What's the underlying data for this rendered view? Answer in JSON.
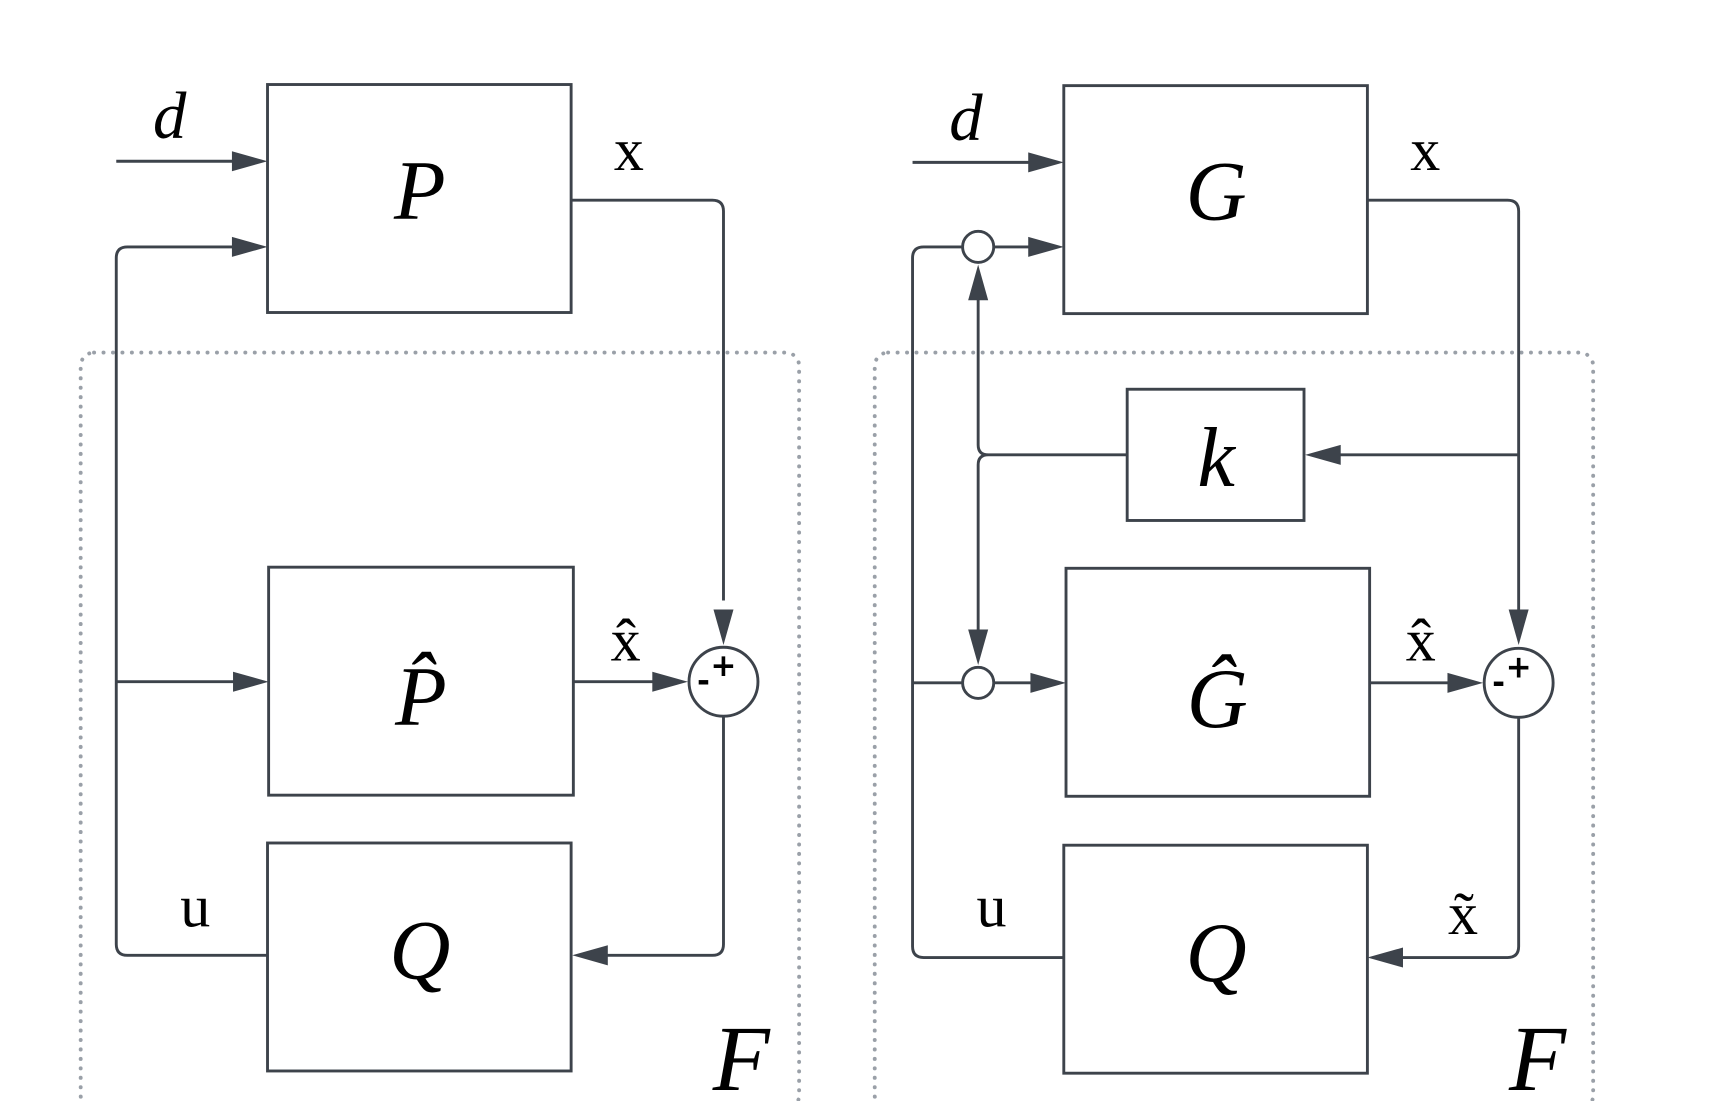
{
  "diagram": {
    "type": "block-diagram",
    "colors": {
      "line": "#3d434b",
      "frame": "#9aa0a8",
      "text": "#000000"
    },
    "left": {
      "disturbance_label": "d",
      "plant_label": "P",
      "plant_output_label": "x",
      "model_label": "P̂",
      "model_output_label": "x̂",
      "controller_label": "Q",
      "control_label": "u",
      "frame_label": "F",
      "sum_plus": "+",
      "sum_minus": "-"
    },
    "right": {
      "disturbance_label": "d",
      "plant_label": "G",
      "plant_output_label": "x",
      "gain_label": "k",
      "model_label": "Ĝ",
      "model_output_label": "x̂",
      "error_label": "x̃",
      "controller_label": "Q",
      "control_label": "u",
      "frame_label": "F",
      "sum_plus": "+",
      "sum_minus": "-"
    }
  }
}
